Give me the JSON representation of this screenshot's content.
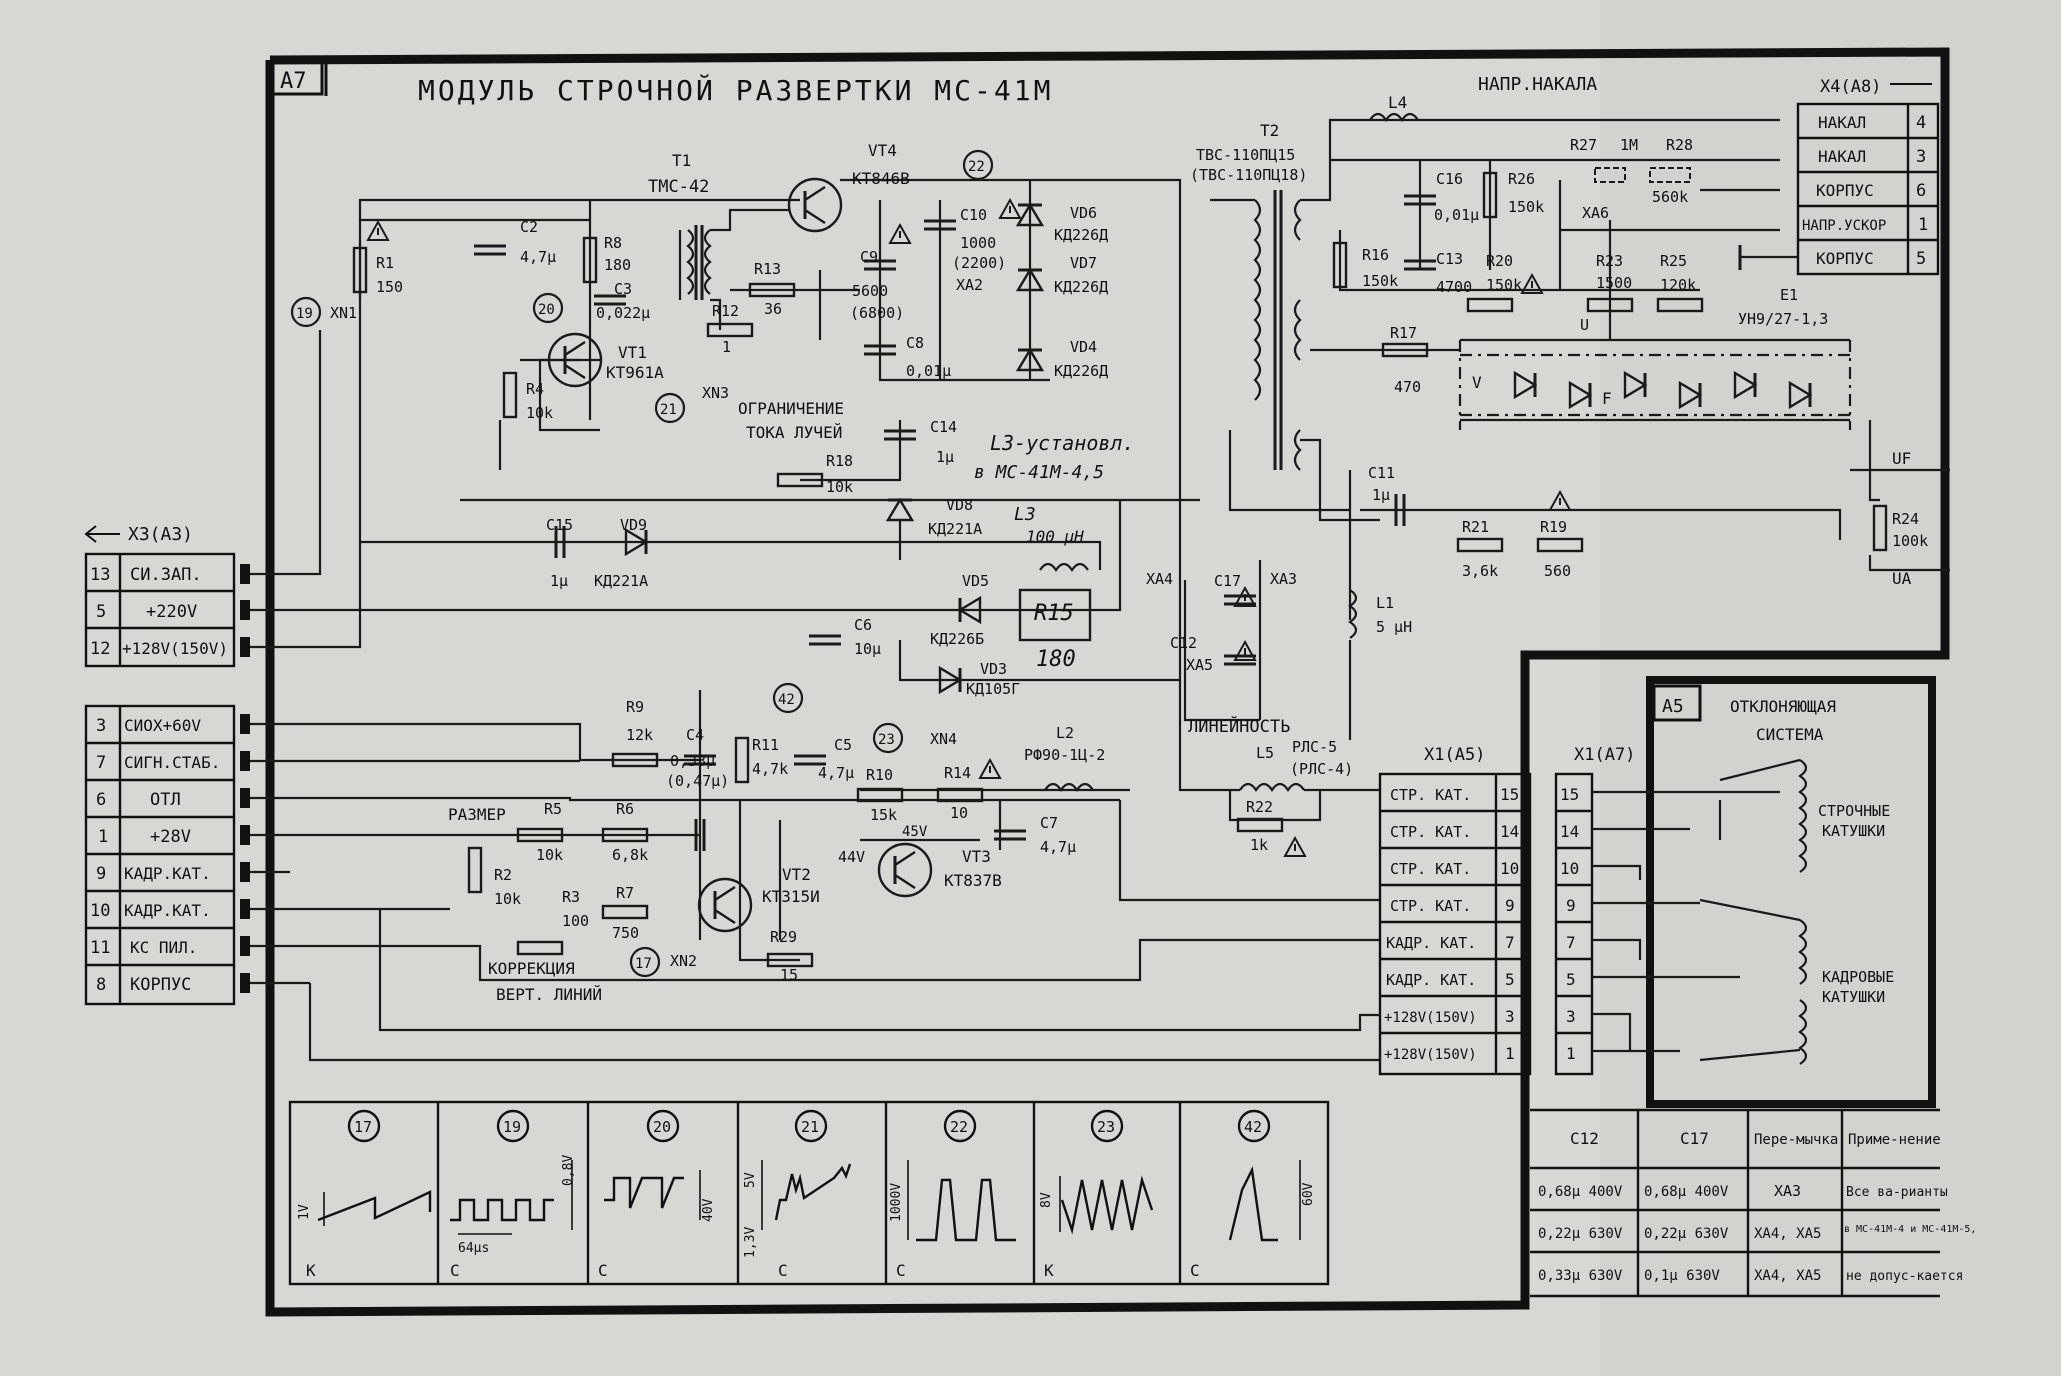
{
  "title": "МОДУЛЬ СТРОЧНОЙ РАЗВЕРТКИ МС-41М",
  "module_tag": "A7",
  "x3_header": "X3(A3)",
  "x3_rows_top": [
    {
      "num": "13",
      "label": "СИ.ЗАП."
    },
    {
      "num": "5",
      "label": "+220V"
    },
    {
      "num": "12",
      "label": "+128V(150V)"
    }
  ],
  "x3_rows_bottom": [
    {
      "num": "3",
      "label": "СИОХ+60V"
    },
    {
      "num": "7",
      "label": "СИГН.СТАБ."
    },
    {
      "num": "6",
      "label": "ОТЛ"
    },
    {
      "num": "1",
      "label": "+28V"
    },
    {
      "num": "9",
      "label": "КАДР.КАТ."
    },
    {
      "num": "10",
      "label": "КАДР.КАТ."
    },
    {
      "num": "11",
      "label": "КС ПИЛ."
    },
    {
      "num": "8",
      "label": "КОРПУС"
    }
  ],
  "x4_header": "X4(A8)",
  "x4_rows": [
    {
      "label": "НАКАЛ",
      "num": "4"
    },
    {
      "label": "НАКАЛ",
      "num": "3"
    },
    {
      "label": "КОРПУС",
      "num": "6"
    },
    {
      "label": "НАПР.УСКОР",
      "num": "1"
    },
    {
      "label": "КОРПУС",
      "num": "5"
    }
  ],
  "x1a5_header": "X1(A5)",
  "x1a7_header": "X1(A7)",
  "x1_rows": [
    {
      "label": "СТР. КАТ.",
      "num": "15"
    },
    {
      "label": "СТР. КАТ.",
      "num": "14"
    },
    {
      "label": "СТР. КАТ.",
      "num": "10"
    },
    {
      "label": "СТР. КАТ.",
      "num": "9"
    },
    {
      "label": "КАДР. КАТ.",
      "num": "7"
    },
    {
      "label": "КАДР. КАТ.",
      "num": "5"
    },
    {
      "label": "+128V(150V)",
      "num": "3"
    },
    {
      "label": "+128V(150V)",
      "num": "1"
    }
  ],
  "a5": {
    "tag": "A5",
    "title_1": "ОТКЛОНЯЮЩАЯ",
    "title_2": "СИСТЕМА",
    "line_coils_1": "СТРОЧНЫЕ",
    "line_coils_2": "КАТУШКИ",
    "frame_coils_1": "КАДРОВЫЕ",
    "frame_coils_2": "КАТУШКИ"
  },
  "labels": {
    "napr_nakala": "НАПР.НАКАЛА",
    "t1": "T1",
    "t1_type": "ТМС-42",
    "t2": "T2",
    "t2_type": "ТВС-110ПЦ15",
    "t2_type_alt": "(ТВС-110ПЦ18)",
    "l4": "L4",
    "vt4": "VT4",
    "vt4_type": "КТ846В",
    "vt1": "VT1",
    "vt1_type": "КТ961А",
    "vt2": "VT2",
    "vt2_type": "КТ315И",
    "vt3": "VT3",
    "vt3_type": "КТ837В",
    "r1": "R1",
    "r1_val": "150",
    "c2": "C2",
    "c2_val": "4,7µ",
    "r8": "R8",
    "r8_val": "180",
    "c3": "C3",
    "c3_val": "0,022µ",
    "r4": "R4",
    "r4_val": "10k",
    "r13": "R13",
    "r13_val": "36",
    "r12": "R12",
    "r12_val": "1",
    "c9": "C9",
    "c9_val": "5600",
    "c9_alt": "(6800)",
    "c10": "C10",
    "c10_val": "1000",
    "c10_alt": "(2200)",
    "xa2": "XA2",
    "c8": "C8",
    "c8_val": "0,01µ",
    "vd6": "VD6",
    "vd6_type": "КД226Д",
    "vd7": "VD7",
    "vd7_type": "КД226Д",
    "vd4": "VD4",
    "vd4_type": "КД226Д",
    "xn1": "XN1",
    "xn3": "XN3",
    "xn2": "XN2",
    "xn4": "XN4",
    "limit_1": "ОГРАНИЧЕНИЕ",
    "limit_2": "ТОКА ЛУЧЕЙ",
    "c14": "C14",
    "c14_val": "1µ",
    "r18": "R18",
    "r18_val": "10k",
    "l3_note_1": "L3-установл.",
    "l3_note_2": "в МС-41М-4,5",
    "vd8": "VD8",
    "vd8_type": "КД221А",
    "l3": "L3",
    "l3_val": "100 µH",
    "c15": "C15",
    "c15_val": "1µ",
    "vd9": "VD9",
    "vd9_type": "КД221А",
    "vd5": "VD5",
    "vd5_type": "КД226Б",
    "r15": "R15",
    "r15_val": "180",
    "c6": "C6",
    "c6_val": "10µ",
    "vd3": "VD3",
    "vd3_type": "КД105Г",
    "c16": "C16",
    "c16_val": "0,01µ",
    "r26": "R26",
    "r26_val": "150k",
    "r27": "R27",
    "r27_val": "1M",
    "r28": "R28",
    "r28_val": "560k",
    "xa6": "XA6",
    "r16": "R16",
    "r16_val": "150k",
    "c13": "C13",
    "c13_val": "4700",
    "r20": "R20",
    "r20_val": "150k",
    "r23": "R23",
    "r23_val": "1500",
    "r25": "R25",
    "r25_val": "120k",
    "u": "U",
    "e1": "E1",
    "e1_type": "УН9/27-1,3",
    "r17": "R17",
    "r17_val": "470",
    "v_mark": "V",
    "f_mark": "F",
    "uf": "UF",
    "ua": "UA",
    "c11": "C11",
    "c11_val": "1µ",
    "r21": "R21",
    "r21_val": "3,6k",
    "r19": "R19",
    "r19_val": "560",
    "r24": "R24",
    "r24_val": "100k",
    "l1": "L1",
    "l1_val": "5 µH",
    "xa4": "XA4",
    "xa3": "XA3",
    "xa5": "XA5",
    "c17": "C17",
    "c12": "C12",
    "lineinost": "ЛИНЕЙНОСТЬ",
    "l5": "L5",
    "l5_type": "РЛС-5",
    "l5_alt": "(РЛС-4)",
    "r22": "R22",
    "r22_val": "1k",
    "r9": "R9",
    "r9_val": "12k",
    "c4": "C4",
    "c4_val": "0,33µ",
    "c4_alt": "(0,47µ)",
    "r11": "R11",
    "r11_val": "4,7k",
    "c5": "C5",
    "c5_val": "4,7µ",
    "r10": "R10",
    "r10_val": "15k",
    "r14": "R14",
    "r14_val": "10",
    "l2": "L2",
    "l2_type": "РФ90-1Ц-2",
    "c7": "C7",
    "c7_val": "4,7µ",
    "razmer": "РАЗМЕР",
    "r5": "R5",
    "r5_val": "10k",
    "r6": "R6",
    "r6_val": "6,8k",
    "r2": "R2",
    "r2_val": "10k",
    "r3": "R3",
    "r3_val": "100",
    "r7": "R7",
    "r7_val": "750",
    "r29": "R29",
    "r29_val": "15",
    "korr_1": "КОРРЕКЦИЯ",
    "korr_2": "ВЕРТ. ЛИНИЙ",
    "v44": "44V",
    "v45": "45V",
    "tp19": "19",
    "tp20": "20",
    "tp21": "21",
    "tp22": "22",
    "tp17": "17",
    "tp23": "23",
    "tp42": "42"
  },
  "waveforms": [
    {
      "id": "17",
      "amp": "1V",
      "unit": "К",
      "time": ""
    },
    {
      "id": "19",
      "amp": "0,8V",
      "unit": "С",
      "time": "64µs"
    },
    {
      "id": "20",
      "amp": "40V",
      "unit": "С",
      "time": ""
    },
    {
      "id": "21",
      "amp": "5V",
      "amp2": "1,3V",
      "unit": "С",
      "time": ""
    },
    {
      "id": "22",
      "amp": "1000V",
      "unit": "С",
      "time": ""
    },
    {
      "id": "23",
      "amp": "8V",
      "unit": "К",
      "time": ""
    },
    {
      "id": "42",
      "amp": "60V",
      "unit": "С",
      "time": ""
    }
  ],
  "table": {
    "headers": [
      "C12",
      "C17",
      "Пере-мычка",
      "Приме-нение"
    ],
    "rows": [
      [
        "0,68µ 400V",
        "0,68µ 400V",
        "XA3",
        "Все ва-рианты"
      ],
      [
        "0,22µ 630V",
        "0,22µ 630V",
        "XA4, XA5",
        "в МС-41М-4 и МС-41М-5,"
      ],
      [
        "0,33µ 630V",
        "0,1µ 630V",
        "XA4, XA5",
        "не допус-кается"
      ]
    ]
  }
}
